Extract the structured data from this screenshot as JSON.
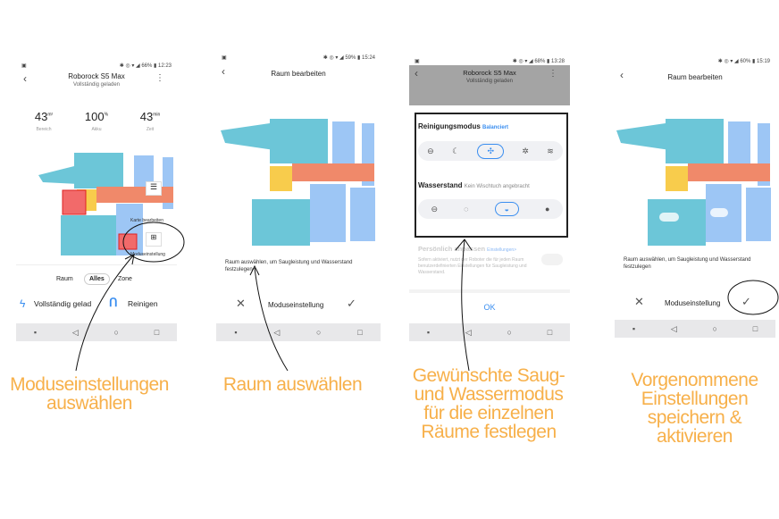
{
  "panels": [
    {
      "status": {
        "battery": "66%",
        "time": "12:23"
      },
      "title": "Roborock S5 Max",
      "subtitle": "Vollständig geladen",
      "stats": [
        {
          "value": "43",
          "unit": "m²",
          "label": "Bereich"
        },
        {
          "value": "100",
          "unit": "%",
          "label": "Akku"
        },
        {
          "value": "43",
          "unit": "min",
          "label": "Zeit"
        }
      ],
      "map_buttons": {
        "edit_map": "Karte bearbeiten",
        "mode_setting": "Moduseinstellung"
      },
      "tabs": [
        "Raum",
        "Alles",
        "Zone"
      ],
      "selected_tab": "Alles",
      "actions": {
        "status": "Vollständig gelad",
        "clean": "Reinigen"
      }
    },
    {
      "status": {
        "battery": "59%",
        "time": "15:24"
      },
      "title": "Raum bearbeiten",
      "hint": "Raum auswählen, um Saugleistung und Wasserstand festzulegen",
      "bottom": "Moduseinstellung"
    },
    {
      "status": {
        "battery": "68%",
        "time": "13:28"
      },
      "title": "Roborock S5 Max",
      "subtitle": "Vollständig geladen",
      "cleaning_mode_label": "Reinigungsmodus",
      "cleaning_mode_value": "Balanciert",
      "cleaning_modes": [
        "off",
        "quiet",
        "balanced",
        "turbo",
        "max"
      ],
      "cleaning_mode_selected": "balanced",
      "water_label": "Wasserstand",
      "water_value": "Kein Wischtuch angebracht",
      "water_levels": [
        "off",
        "low",
        "medium",
        "high"
      ],
      "water_selected": "medium",
      "custom_label": "Persönlich anpassen",
      "custom_link": "Einstellungen>",
      "custom_desc": "Sofern aktiviert, nutzt der Roboter die für jeden Raum benutzerdefinierten Einstellungen für Saugleistung und Wasserstand.",
      "custom_enabled": false,
      "ok": "OK"
    },
    {
      "status": {
        "battery": "60%",
        "time": "15:19"
      },
      "title": "Raum bearbeiten",
      "hint": "Raum auswählen, um Saugleistung und Wasserstand festzulegen",
      "bottom": "Moduseinstellung"
    }
  ],
  "captions": [
    "Moduseinstellungen auswählen",
    "Raum auswählen",
    "Gewünschte Saug- und Wassermodus für die einzelnen Räume festlegen",
    "Vorgenommene Einstellungen speichern & aktivieren"
  ],
  "colors": {
    "caption": "#f7b04a",
    "accent": "#3a8ef0",
    "room_teal": "#6cc6d8",
    "room_blue": "#9dc6f5",
    "room_orange": "#f0896a",
    "room_yellow": "#f8cc4c",
    "selected_red": "#f26a6a"
  }
}
